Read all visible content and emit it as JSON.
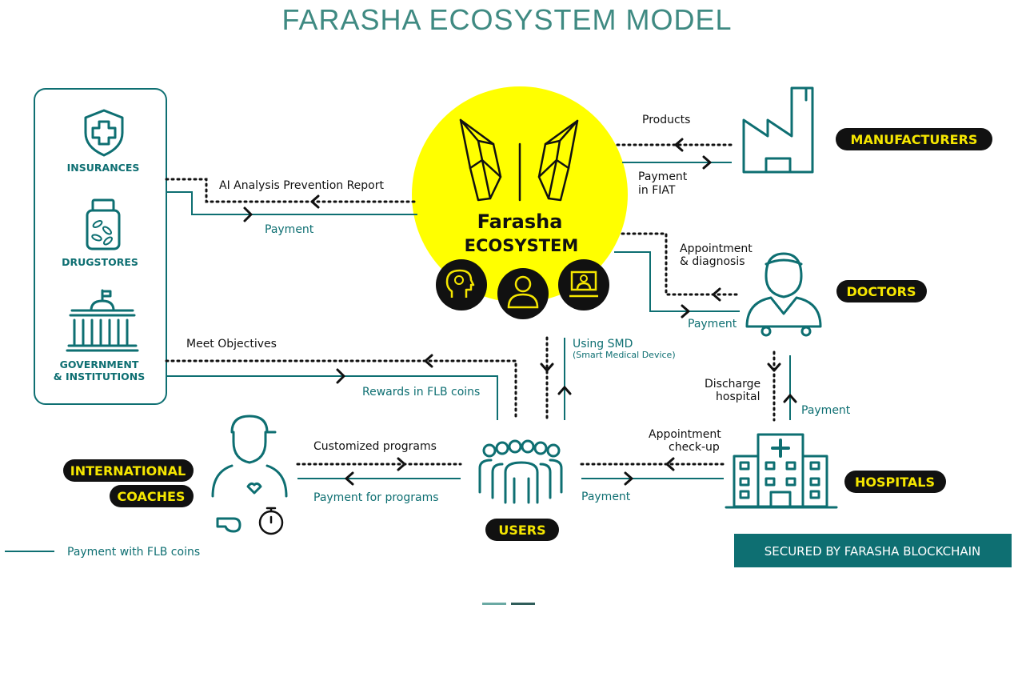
{
  "page": {
    "title": "FARASHA ECOSYSTEM MODEL"
  },
  "hub": {
    "name": "Farasha",
    "subtitle": "ECOSYSTEM",
    "color": "#ffff00"
  },
  "left_panel": {
    "insurances": "INSURANCES",
    "drugstores": "DRUGSTORES",
    "gov_line1": "GOVERNMENT",
    "gov_line2": "& INSTITUTIONS"
  },
  "entities": {
    "manufacturers": "MANUFACTURERS",
    "doctors": "DOCTORS",
    "hospitals": "HOSPITALS",
    "users": "USERS",
    "coaches_line1": "INTERNATIONAL",
    "coaches_line2": "COACHES"
  },
  "flows": {
    "ai_report": "AI Analysis Prevention Report",
    "payment_insurance": "Payment",
    "products": "Products",
    "payment_fiat_1": "Payment",
    "payment_fiat_2": "in FIAT",
    "appointment_1": "Appointment",
    "appointment_2": "& diagnosis",
    "payment_doctors": "Payment",
    "meet_objectives": "Meet Objectives",
    "rewards": "Rewards in FLB coins",
    "using_smd": "Using SMD",
    "smd_full": "(Smart Medical Device)",
    "discharge_1": "Discharge",
    "discharge_2": "hospital",
    "payment_hospital": "Payment",
    "checkup_1": "Appointment",
    "checkup_2": "check-up",
    "payment_users": "Payment",
    "customized": "Customized programs",
    "payment_programs": "Payment for programs"
  },
  "legend": {
    "payment_label": "Payment with FLB coins"
  },
  "footer_badge": "SECURED BY FARASHA BLOCKCHAIN",
  "colors": {
    "teal": "#0e6f72",
    "title": "#3f8a82",
    "yellow": "#ffff00",
    "pill_text": "#f5e600"
  }
}
